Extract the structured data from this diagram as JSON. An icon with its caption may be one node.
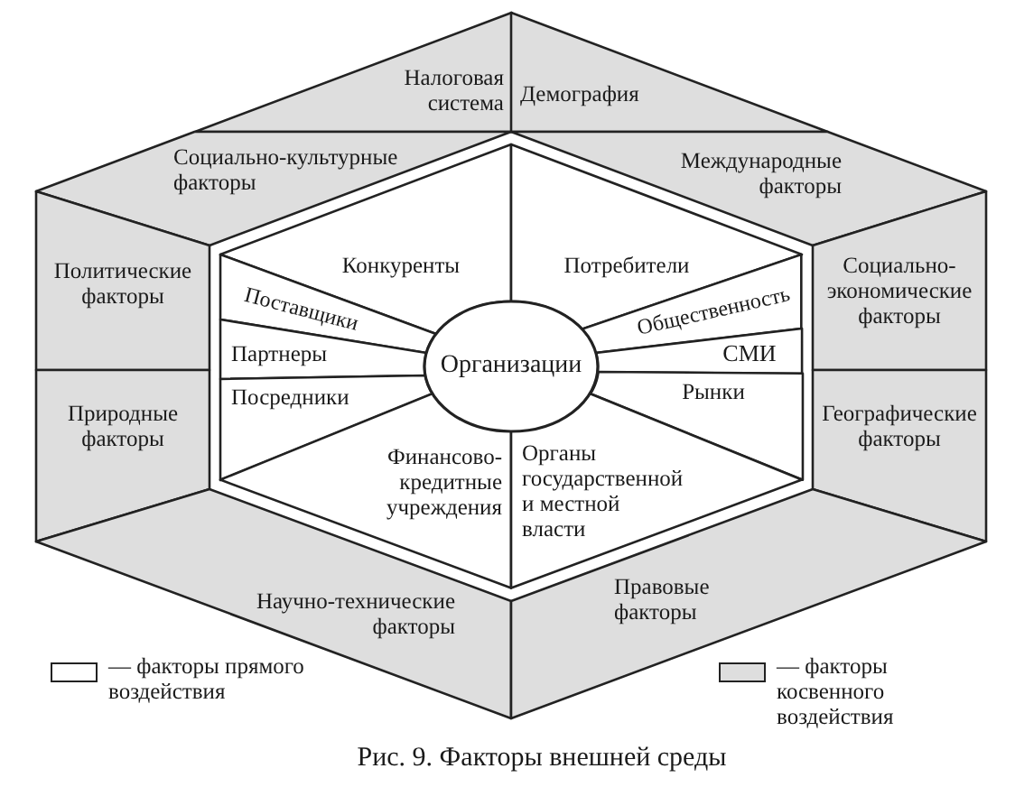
{
  "diagram": {
    "caption": "Рис. 9. Факторы внешней среды",
    "nodes": [
      {
        "text": [
          "Налоговая система"
        ]
      },
      {
        "text": [
          "Демография"
        ]
      },
      {
        "text": [
          "Социально-культурные факторы"
        ]
      },
      {
        "text": [
          "Международные факторы"
        ]
      },
      {
        "text": [
          "Конкуренты"
        ]
      },
      {
        "text": [
          "Потребители"
        ]
      },
      {
        "text": [
          "Политические факторы"
        ]
      },
      {
        "text": [
          "Поставщики"
        ]
      },
      {
        "text": [
          "Общественность"
        ]
      },
      {
        "text": [
          "Социально-экономические факторы"
        ]
      },
      {
        "text": [
          "Партнеры"
        ]
      },
      {
        "text": [
          "Организации"
        ]
      },
      {
        "text": [
          "СМИ"
        ]
      },
      {
        "text": [
          "Посредники"
        ]
      },
      {
        "text": [
          "Рынки"
        ]
      },
      {
        "text": [
          "Природные факторы"
        ]
      },
      {
        "text": [
          "Географические факторы"
        ]
      },
      {
        "text": [
          "Финансово-кредитные учреждения"
        ]
      },
      {
        "text": [
          "Органы государственной и местной власти"
        ]
      },
      {
        "text": [
          "Научно-технические факторы"
        ]
      },
      {
        "text": [
          "Правовые факторы"
        ]
      }
    ],
    "legend": [
      {
        "text": "— факторы прямого воздействия",
        "color": "#ffffff"
      },
      {
        "text": "— факторы косвенного воздействия",
        "color": "#dedede"
      }
    ]
  }
}
